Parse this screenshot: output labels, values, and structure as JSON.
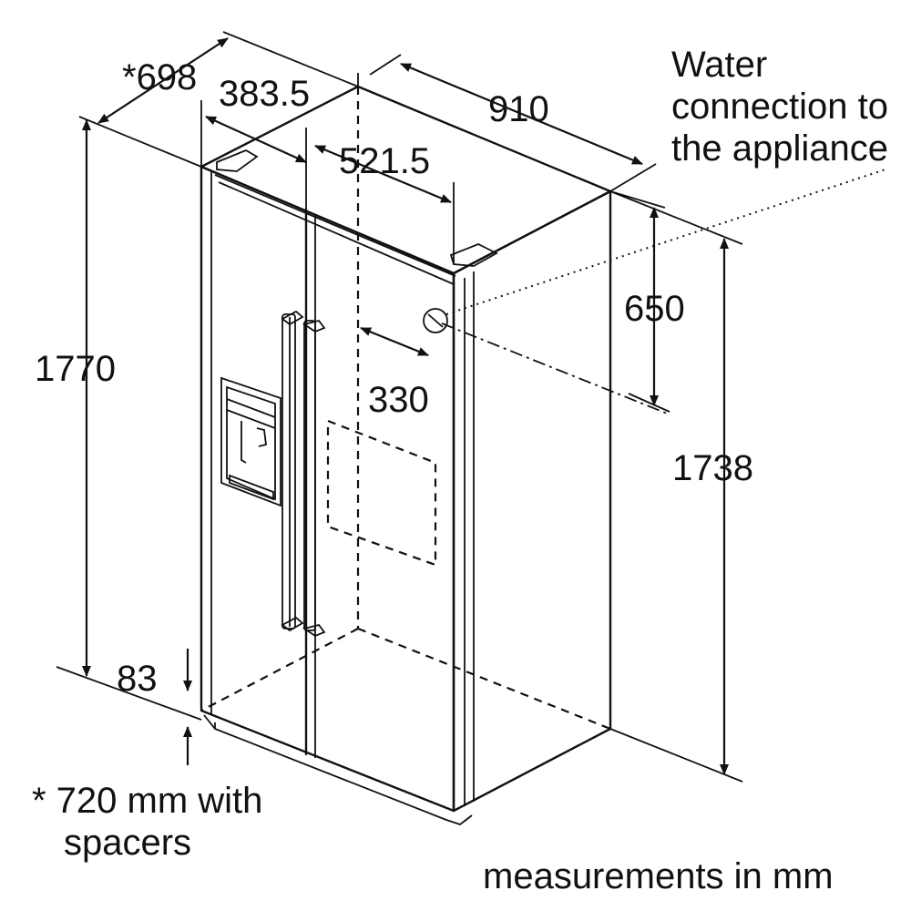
{
  "dimensions": {
    "depth_with_spacers": "*698",
    "door_depth": "383.5",
    "width": "910",
    "width_to_connection": "521.5",
    "connection_height_from_top": "650",
    "connection_offset": "330",
    "total_height": "1770",
    "cabinet_height": "1738",
    "base_height": "83"
  },
  "notes": {
    "water_line1": "Water",
    "water_line2": "connection to",
    "water_line3": "the appliance",
    "spacer_line1": "* 720 mm with",
    "spacer_line2": "spacers",
    "units": "measurements in mm"
  }
}
